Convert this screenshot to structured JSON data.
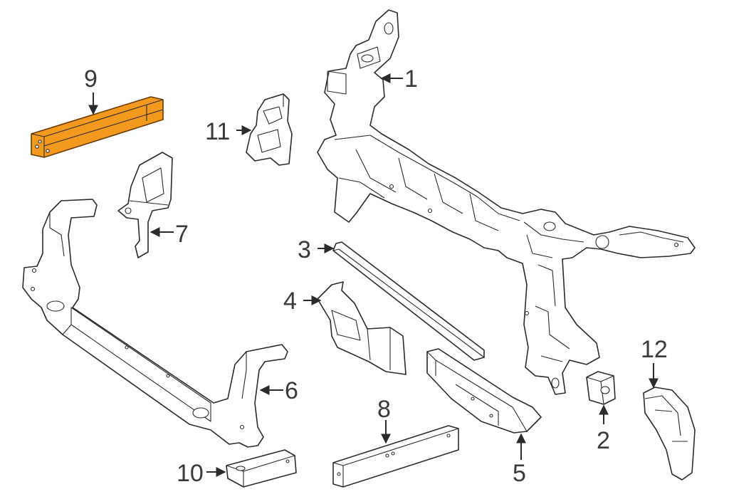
{
  "diagram": {
    "highlight_color": "#f39a1e",
    "line_color": "#2b2b2b",
    "background": "#ffffff",
    "highlighted_part": "9",
    "callouts": [
      {
        "id": "1",
        "label": "1"
      },
      {
        "id": "2",
        "label": "2"
      },
      {
        "id": "3",
        "label": "3"
      },
      {
        "id": "4",
        "label": "4"
      },
      {
        "id": "5",
        "label": "5"
      },
      {
        "id": "6",
        "label": "6"
      },
      {
        "id": "7",
        "label": "7"
      },
      {
        "id": "8",
        "label": "8"
      },
      {
        "id": "9",
        "label": "9"
      },
      {
        "id": "10",
        "label": "10"
      },
      {
        "id": "11",
        "label": "11"
      },
      {
        "id": "12",
        "label": "12"
      }
    ]
  }
}
